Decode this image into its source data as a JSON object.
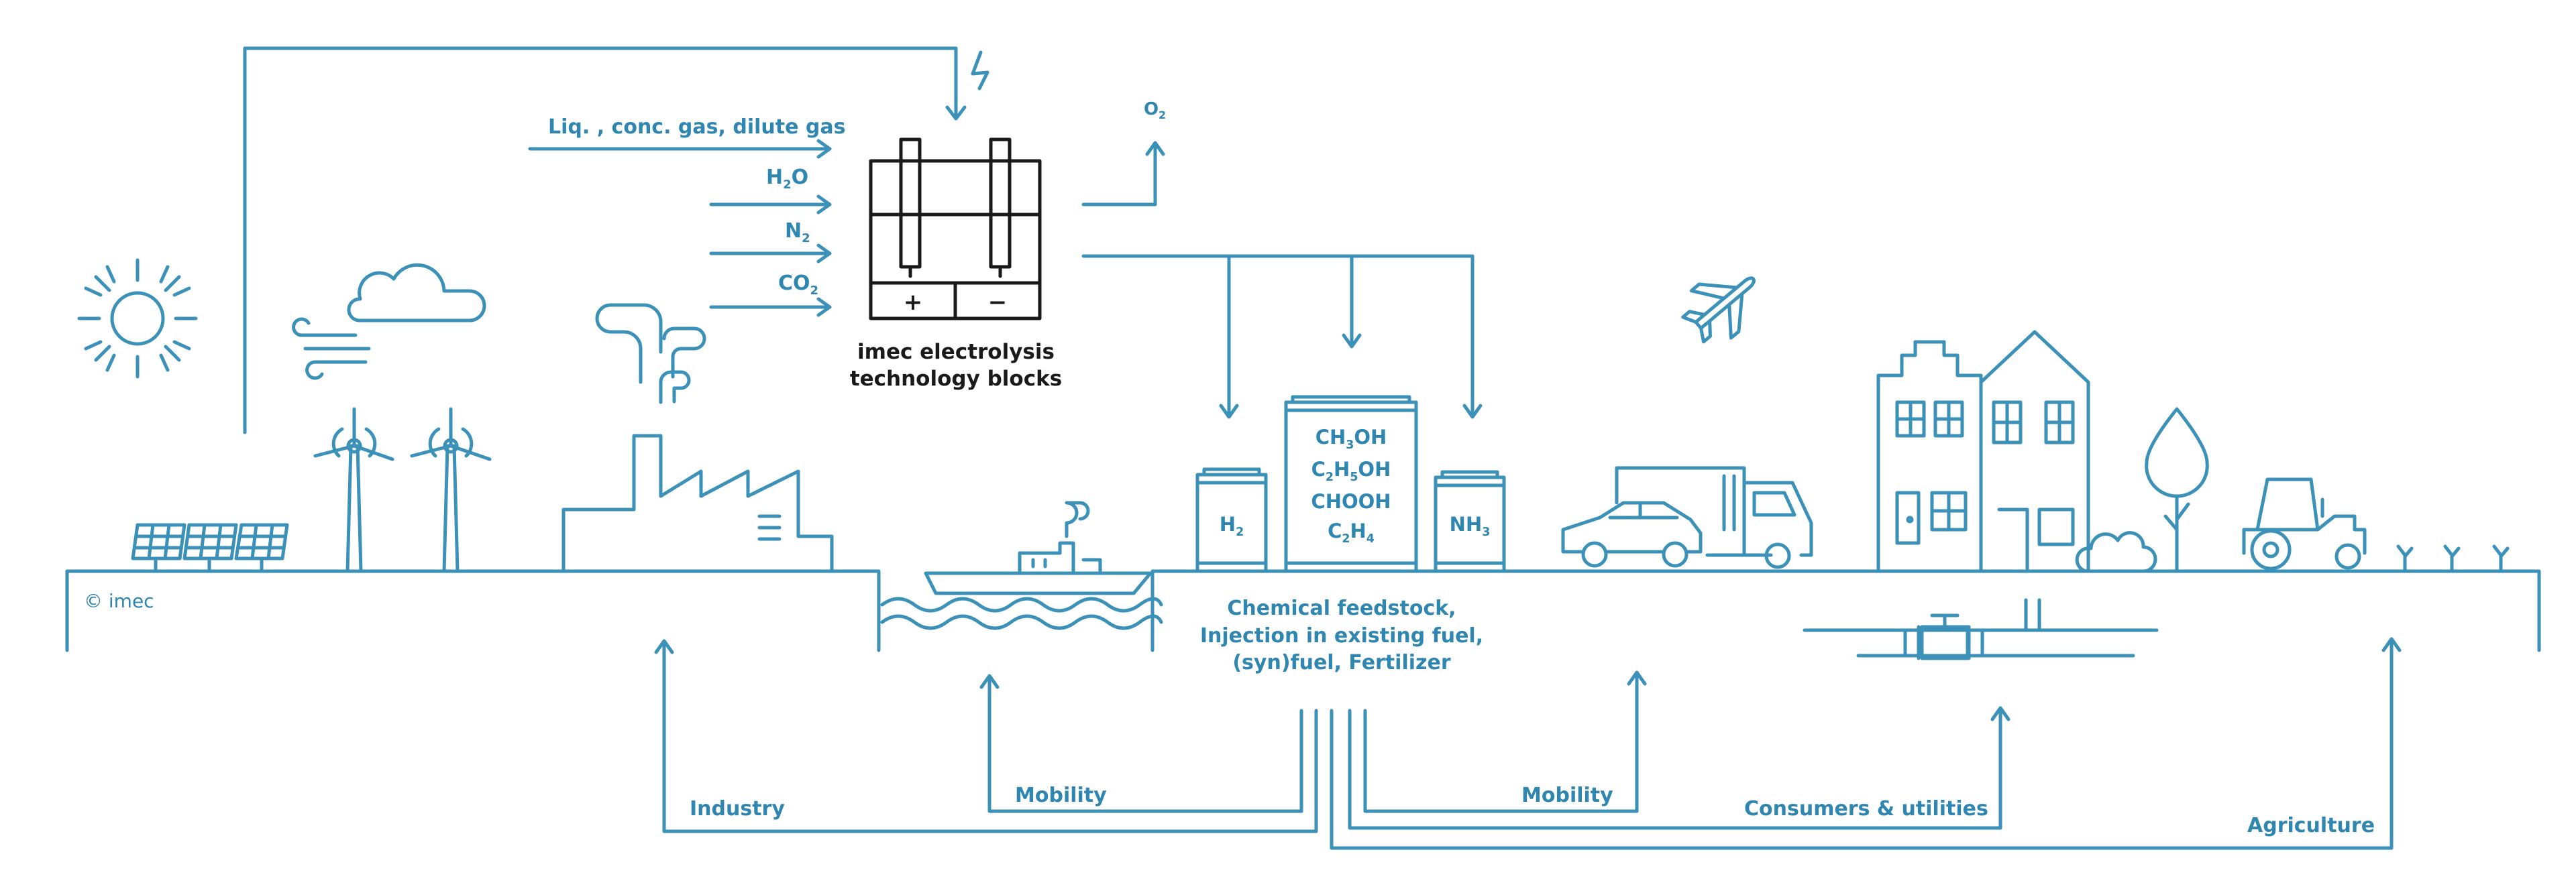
{
  "inputs": {
    "liquid_gas": "Liq. , conc. gas, dilute gas",
    "water": "H2O",
    "nitrogen": "N2",
    "co2": "CO2"
  },
  "outputs": {
    "oxygen": "O2"
  },
  "electrolysis": {
    "line1": "imec electrolysis",
    "line2": "technology blocks",
    "plus": "+",
    "minus": "−"
  },
  "tanks": {
    "hydrogen": "H2",
    "center": [
      "CH3OH",
      "C2H5OH",
      "CHOOH",
      "C2H4"
    ],
    "ammonia": "NH3"
  },
  "products": [
    "Chemical feedstock,",
    "Injection in existing fuel,",
    "(syn)fuel, Fertilizer"
  ],
  "sectors": {
    "industry": "Industry",
    "mobility_sea": "Mobility",
    "mobility_road": "Mobility",
    "consumers": "Consumers & utilities",
    "agriculture": "Agriculture"
  },
  "copyright": "© imec",
  "colors": {
    "line": "#3b91b8",
    "text": "#2f86b0",
    "device": "#1a1a1a"
  }
}
